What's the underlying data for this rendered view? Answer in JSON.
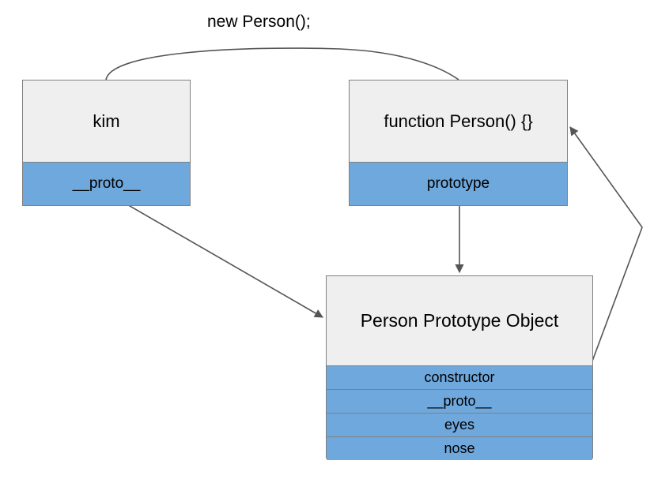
{
  "diagram": {
    "title_caption": "new Person();",
    "colors": {
      "header_fill": "#efefef",
      "row_fill": "#6fa8dc",
      "border": "#808080",
      "edge": "#555555",
      "text": "#000000",
      "background": "#ffffff"
    },
    "nodes": [
      {
        "id": "kim",
        "header": "kim",
        "rows": [
          "__proto__"
        ]
      },
      {
        "id": "person-function",
        "header": "function Person() {}",
        "rows": [
          "prototype"
        ]
      },
      {
        "id": "person-prototype-object",
        "header": "Person Prototype Object",
        "rows": [
          "constructor",
          "__proto__",
          "eyes",
          "nose"
        ]
      }
    ],
    "edges": [
      {
        "id": "kim-to-person",
        "from": "kim",
        "to": "person-function",
        "label": "new Person();",
        "style": "curved",
        "arrowhead": false
      },
      {
        "id": "kim-proto-to-prototype-object",
        "from": "kim.__proto__",
        "to": "person-prototype-object",
        "style": "straight",
        "arrowhead": true
      },
      {
        "id": "person-prototype-to-prototype-object",
        "from": "person-function.prototype",
        "to": "person-prototype-object",
        "style": "vertical",
        "arrowhead": true
      },
      {
        "id": "constructor-to-person-function",
        "from": "person-prototype-object.constructor",
        "to": "person-function",
        "style": "polyline",
        "arrowhead": true
      }
    ]
  }
}
